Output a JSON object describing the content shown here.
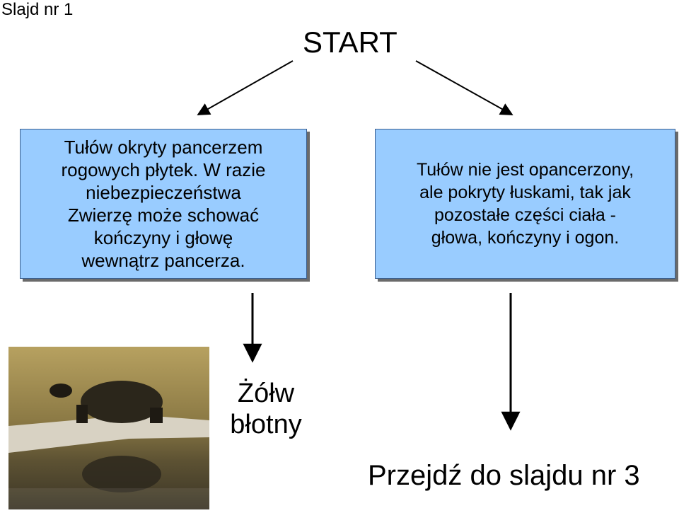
{
  "slide_label": "Slajd nr 1",
  "start_title": "START",
  "left_box_text": "Tułów okryty pancerzem\nrogowych płytek. W razie\nniebezpieczeństwa\nZwierzę może schować\nkończyny i głowę\nwewnątrz pancerza.",
  "right_box_text": "Tułów nie jest opancerzony,\nale pokryty łuskami, tak jak\npozostałe części ciała -\ngłowa, kończyny i ogon.",
  "species_label": "Żółw\nbłotny",
  "goto_link": "Przejdź do slajdu nr 3",
  "photo_subject": "turtle-on-log",
  "colors": {
    "box_fill": "#99ccff",
    "box_border": "#3a5f8f",
    "arrow": "#000000"
  }
}
